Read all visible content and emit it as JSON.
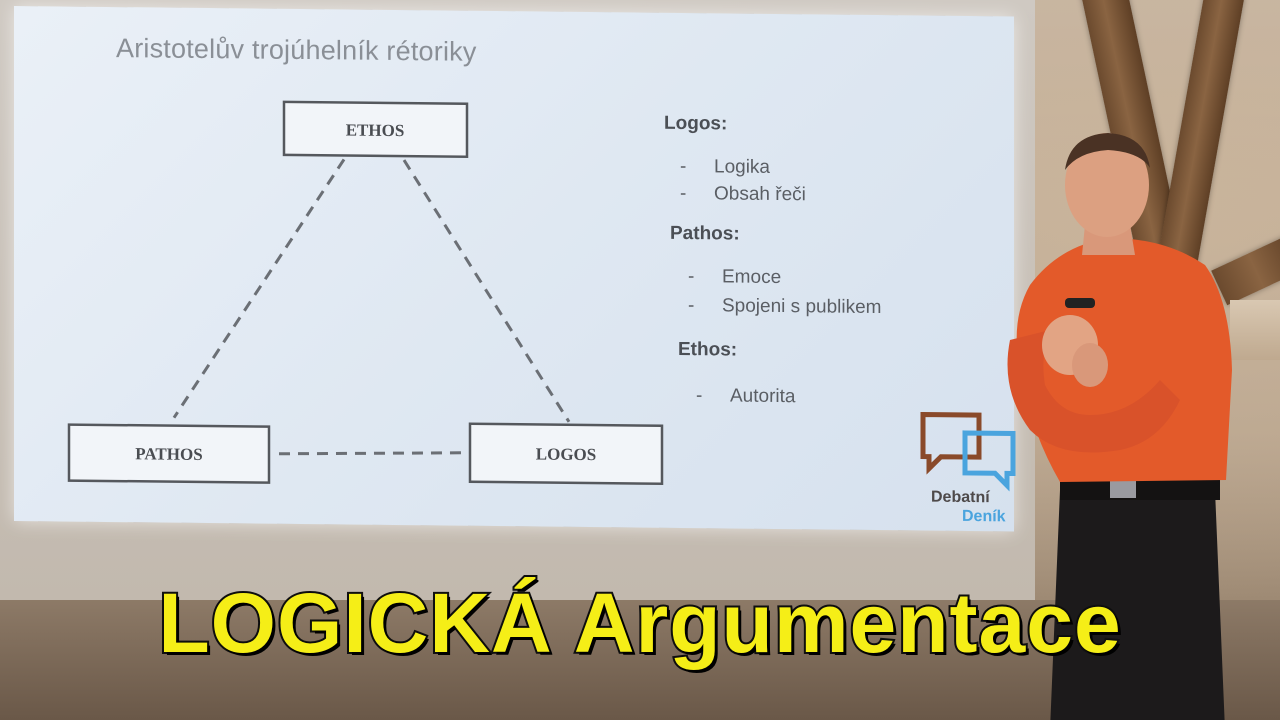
{
  "slide": {
    "title": "Aristotelův trojúhelník rétoriky",
    "diagram": {
      "nodes": {
        "ethos": "ETHOS",
        "pathos": "PATHOS",
        "logos": "LOGOS"
      }
    },
    "sections": [
      {
        "heading": "Logos:",
        "items": [
          "Logika",
          "Obsah řeči"
        ]
      },
      {
        "heading": "Pathos:",
        "items": [
          "Emoce",
          "Spojeni s publikem"
        ]
      },
      {
        "heading": "Ethos:",
        "items": [
          "Autorita"
        ]
      }
    ],
    "bullet_dash": "-",
    "logo": {
      "line1": "Debatní",
      "line2": "Deník"
    }
  },
  "caption": "LOGICKÁ Argumentace",
  "colors": {
    "caption": "#f5ee17",
    "logo_accent": "#4aa4de",
    "logo_dark": "#8a4a2a",
    "shirt": "#e35a2a"
  }
}
